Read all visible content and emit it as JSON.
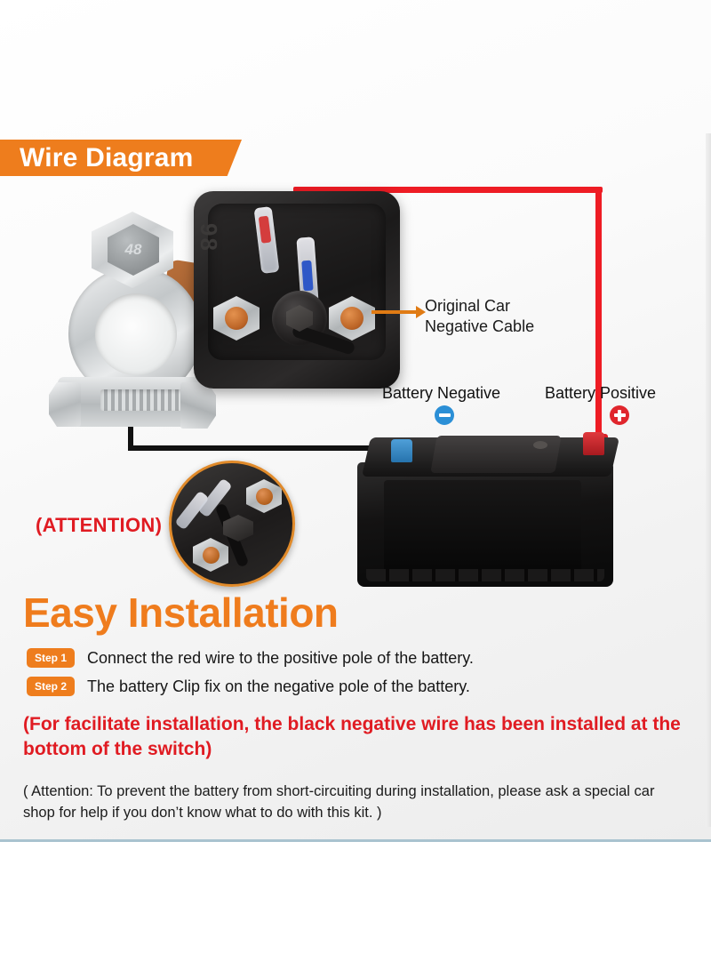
{
  "banner": {
    "title": "Wire Diagram"
  },
  "diagram": {
    "clamp_bolt_number": "48",
    "callouts": {
      "original_car_negative_cable": "Original Car\nNegative Cable",
      "original_car_negative_cable_line1": "Original Car",
      "original_car_negative_cable_line2": "Negative Cable",
      "battery_negative": "Battery Negative",
      "battery_positive": "Battery Positive",
      "negative_sign": "−",
      "positive_sign": "+"
    },
    "attention_label": "(ATTENTION)",
    "colors": {
      "accent_orange": "#ee7d1d",
      "wire_red": "#ee1c24",
      "wire_black": "#111111",
      "negative_blue": "#2b8fd6",
      "positive_red": "#e0262d",
      "warning_red": "#e01b22"
    }
  },
  "installation": {
    "heading": "Easy Installation",
    "steps": [
      {
        "badge": "Step 1",
        "text": "Connect the red wire to the positive pole of the battery."
      },
      {
        "badge": "Step 2",
        "text": "The battery Clip fix on the negative pole of the battery."
      }
    ],
    "notice_red": "(For facilitate installation, the black negative wire has been installed at the bottom of the switch)",
    "notice_black": "( Attention: To prevent the battery from short-circuiting during installation, please ask a special car shop for help if you don’t know what to do with this kit. )"
  }
}
